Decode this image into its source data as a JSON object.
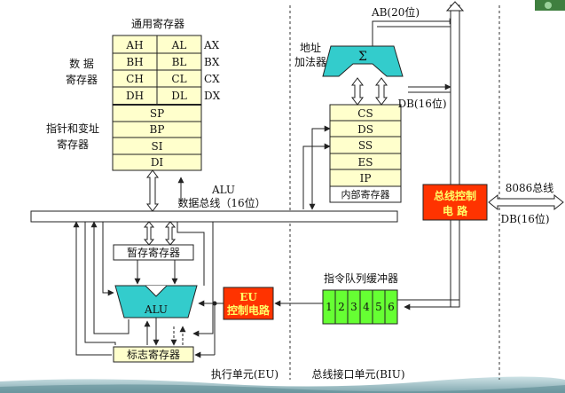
{
  "general_registers": {
    "title": "通用寄存器",
    "rows": [
      {
        "high": "AH",
        "low": "AL",
        "pair": "AX"
      },
      {
        "high": "BH",
        "low": "BL",
        "pair": "BX"
      },
      {
        "high": "CH",
        "low": "CL",
        "pair": "CX"
      },
      {
        "high": "DH",
        "low": "DL",
        "pair": "DX"
      }
    ],
    "data_group_label": [
      "数 据",
      "寄存器"
    ],
    "pointer_group_label": [
      "指针和变址",
      "寄存器"
    ],
    "pointer_index": [
      "SP",
      "BP",
      "SI",
      "DI"
    ]
  },
  "alu_bus": {
    "label_1": "ALU",
    "label_2": "数据总线（16位）"
  },
  "eu": {
    "temp_register": "暂存寄存器",
    "alu": "ALU",
    "flags_register": "标志寄存器",
    "control_circuit": [
      "EU",
      "控制电路"
    ]
  },
  "biu": {
    "adder_label": [
      "地址",
      "加法器"
    ],
    "adder_symbol": "Σ",
    "segment_registers": [
      "CS",
      "DS",
      "SS",
      "ES",
      "IP"
    ],
    "internal_registers": "内部寄存器",
    "ab_label": "AB(20位)",
    "db_label_internal": "DB(16位)",
    "bus_control": [
      "总线控制",
      "电 路"
    ],
    "external_bus_label": "8086总线",
    "db_label_external": "DB(16位)",
    "queue_label": "指令队列缓冲器",
    "queue_slots": [
      "1",
      "2",
      "3",
      "4",
      "5",
      "6"
    ]
  },
  "unit_labels": {
    "eu": "执行单元(EU)",
    "biu": "总线接口单元(BIU)"
  },
  "colors": {
    "register_fill": "#ffffcc",
    "adder_fill": "#33cccc",
    "control_fill": "#ff3300",
    "queue_fill": "#66ff33",
    "control_text": "#ffff66"
  }
}
